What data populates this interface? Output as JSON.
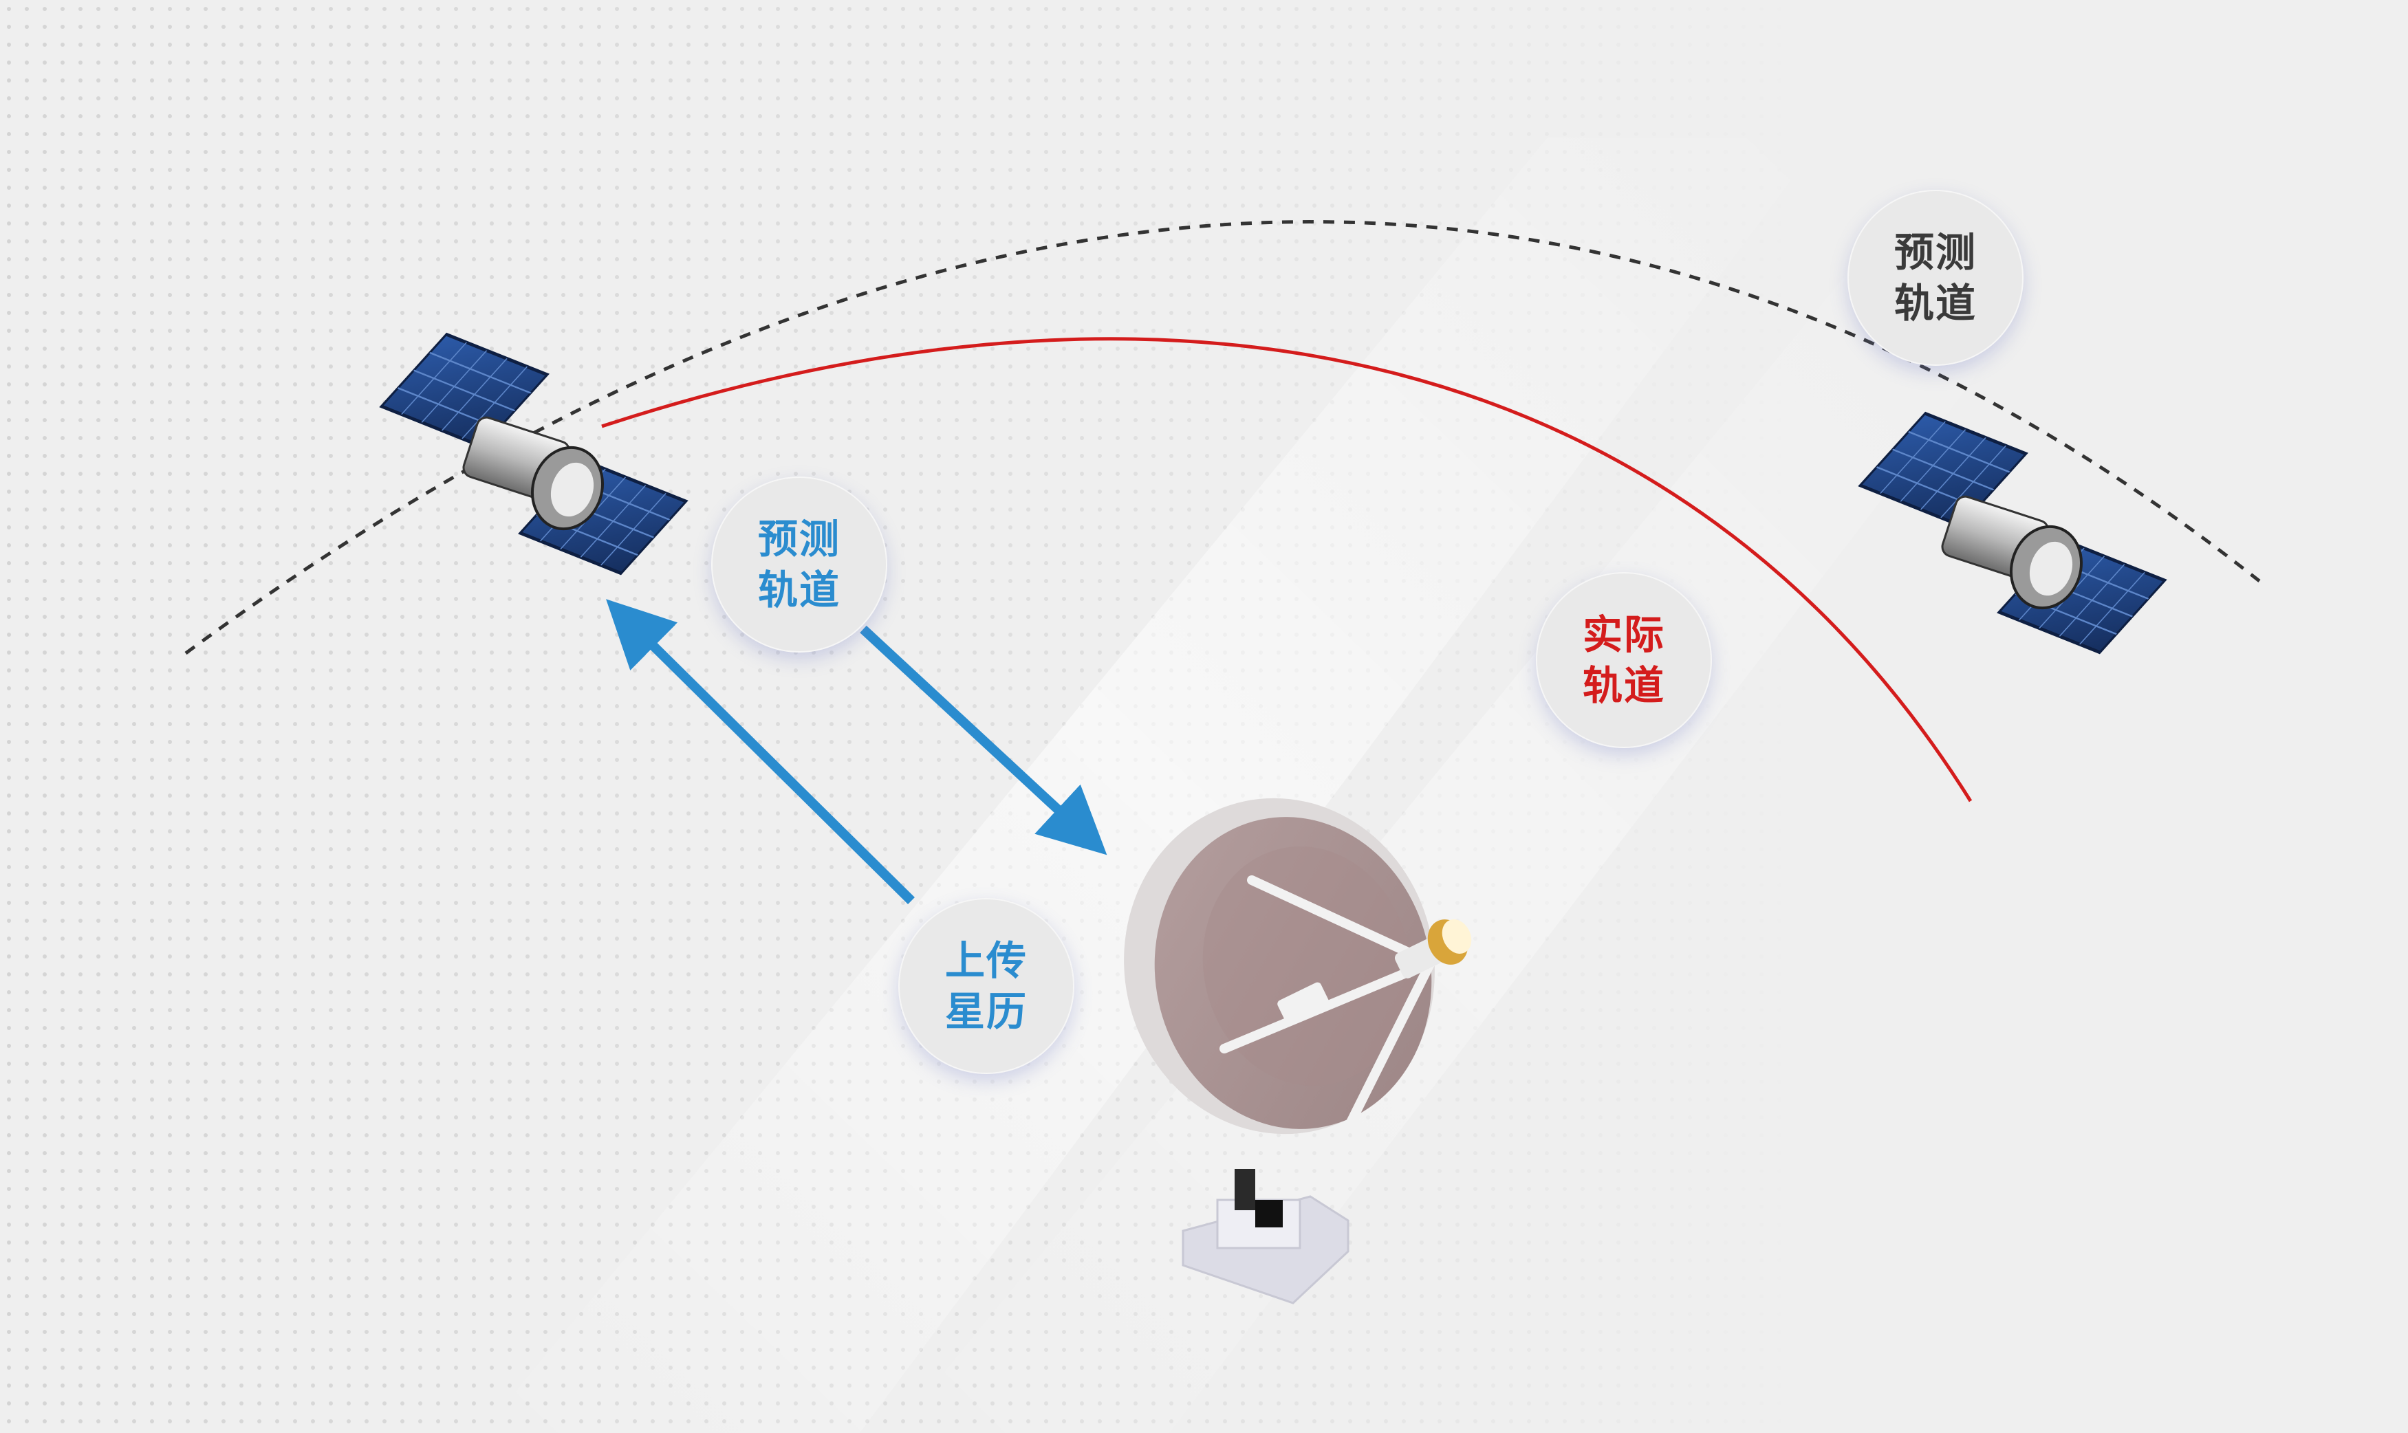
{
  "labels": {
    "predicted_top": [
      "预测",
      "轨道"
    ],
    "predicted_mid": [
      "预测",
      "轨道"
    ],
    "actual": [
      "实际",
      "轨道"
    ],
    "upload": [
      "上传",
      "星历"
    ]
  },
  "colors": {
    "background": "#efefef",
    "arrow_blue": "#2a8ccf",
    "actual_orbit_red": "#d41c1c",
    "predicted_orbit_dashed": "#333333",
    "solar_panel_blue": "#1f3f7a",
    "dish_mauve": "#a58f8f"
  },
  "elements": {
    "predicted_orbit": "dashed-arc",
    "actual_orbit": "solid-arc",
    "satellites": [
      "satellite-icon",
      "satellite-icon"
    ],
    "ground_station": "satellite-dish-icon",
    "uplink": "double-arrow"
  }
}
